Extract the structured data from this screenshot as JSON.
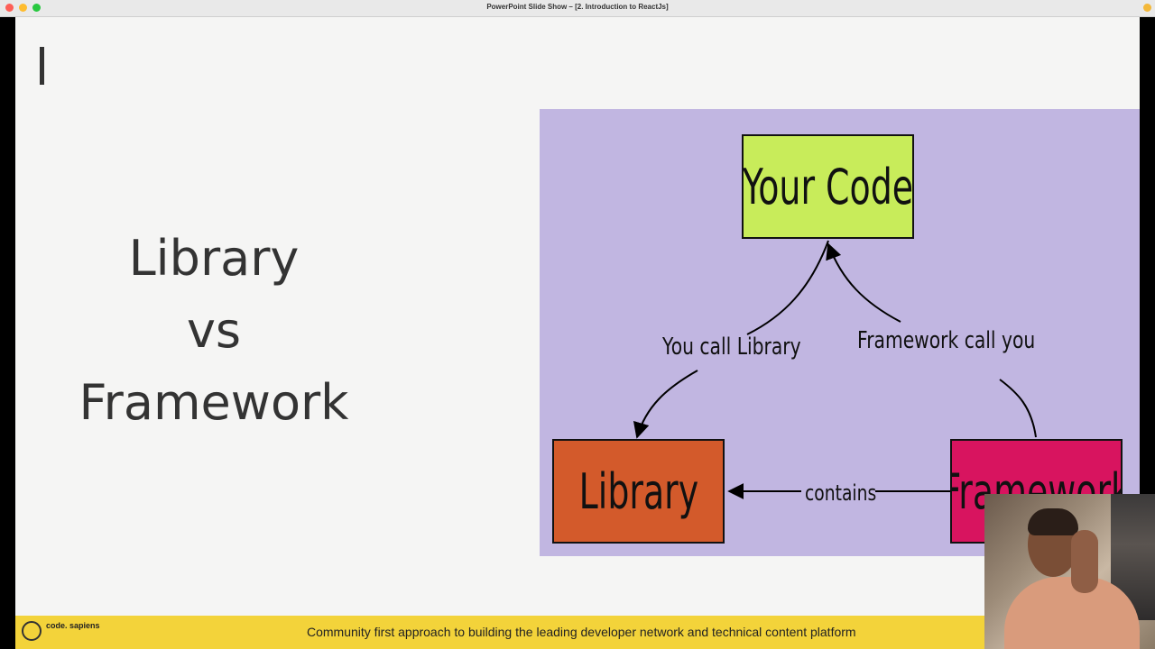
{
  "window": {
    "title": "PowerPoint Slide Show – [2. Introduction to ReactJs]"
  },
  "slide": {
    "title_lines": [
      "Library",
      "vs",
      "Framework"
    ]
  },
  "diagram": {
    "nodes": {
      "your_code": "Your Code",
      "library": "Library",
      "framework": "Framework"
    },
    "edges": {
      "you_call_library": "You call Library",
      "framework_call_you": "Framework call you",
      "contains": "contains"
    },
    "colors": {
      "background": "#c1b6e1",
      "your_code": "#c8ec5a",
      "library": "#d35a2b",
      "framework": "#d8145f"
    }
  },
  "footer": {
    "brand": "code. sapiens",
    "tagline": "Community first approach to building the leading developer network and technical content platform",
    "color": "#f3d33a"
  }
}
